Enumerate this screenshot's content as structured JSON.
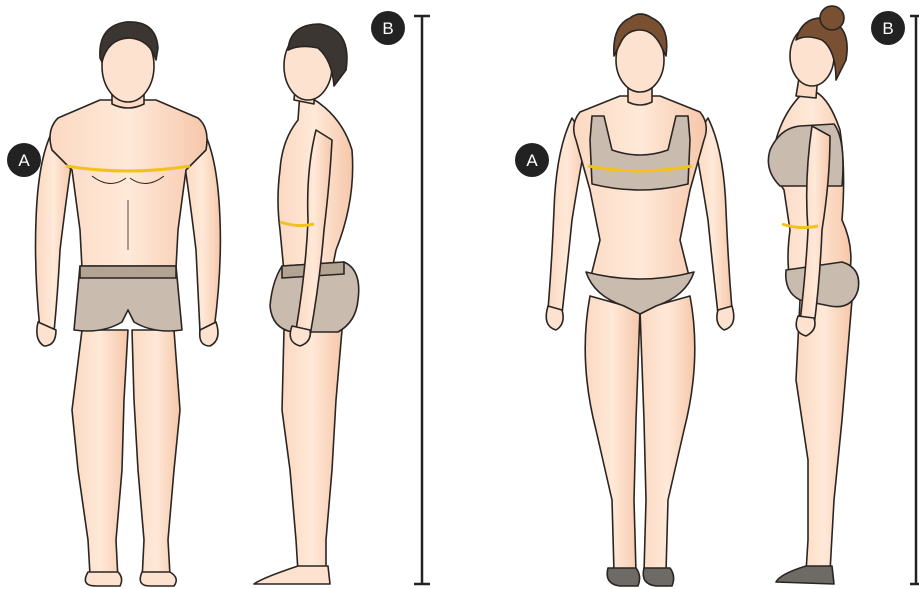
{
  "colors": {
    "skin": "#fde3cf",
    "skin_shadow": "#f6c9ae",
    "outline": "#2a2522",
    "underwear": "#c9bbae",
    "underwear_shade": "#b3a393",
    "male_hair": "#3b3631",
    "female_hair": "#7a5033",
    "measure_line": "#f2c21b",
    "badge": "#222222",
    "scale_bar": "#222222",
    "shoes": "#6e6a66"
  },
  "male": {
    "chest_marker": {
      "label": "A",
      "measure": "chest"
    },
    "height_marker": {
      "label": "B",
      "measure": "height"
    }
  },
  "female": {
    "bust_marker": {
      "label": "A",
      "measure": "bust"
    },
    "height_marker": {
      "label": "B",
      "measure": "height"
    }
  }
}
